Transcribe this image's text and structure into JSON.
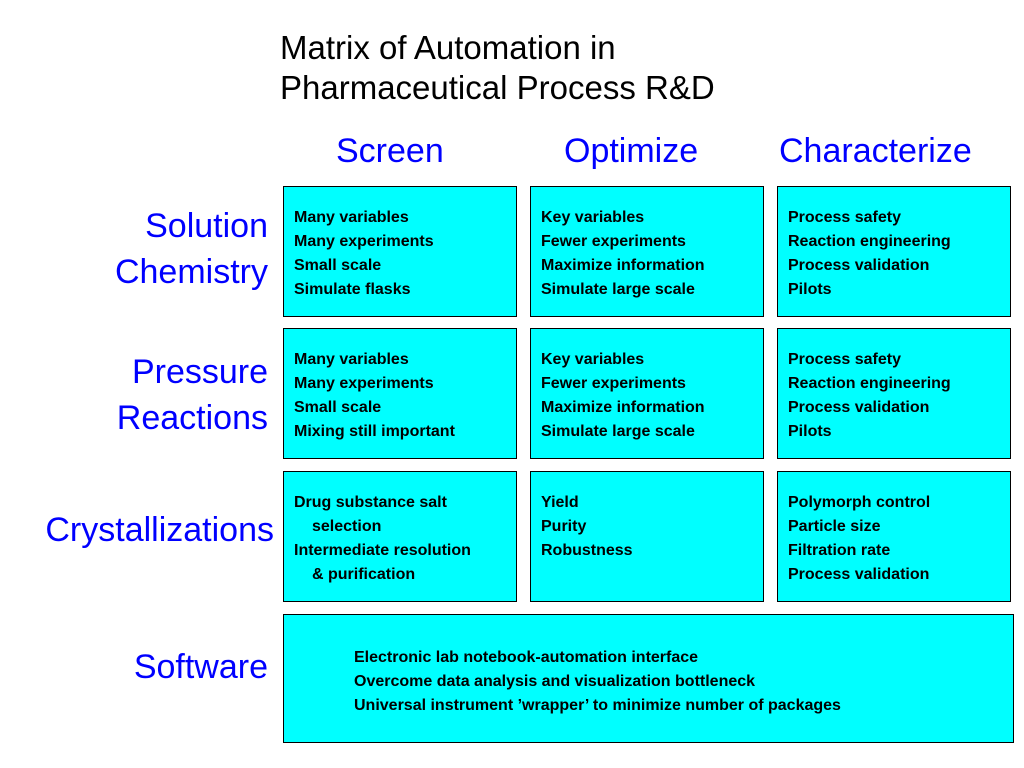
{
  "title": {
    "line1": "Matrix of Automation in",
    "line2": "Pharmaceutical Process R&D"
  },
  "columns": [
    "Screen",
    "Optimize",
    "Characterize"
  ],
  "rows": [
    {
      "label_lines": [
        "Solution",
        "Chemistry"
      ],
      "cells": [
        [
          "Many variables",
          "Many experiments",
          "Small scale",
          "Simulate flasks"
        ],
        [
          "Key variables",
          "Fewer experiments",
          "Maximize information",
          "Simulate large scale"
        ],
        [
          "Process safety",
          "Reaction engineering",
          "Process validation",
          "Pilots"
        ]
      ]
    },
    {
      "label_lines": [
        "Pressure",
        "Reactions"
      ],
      "cells": [
        [
          "Many variables",
          "Many experiments",
          "Small scale",
          "Mixing still important"
        ],
        [
          "Key variables",
          "Fewer experiments",
          "Maximize information",
          "Simulate large scale"
        ],
        [
          "Process safety",
          "Reaction engineering",
          "Process validation",
          "Pilots"
        ]
      ]
    },
    {
      "label_lines": [
        "Crystallizations"
      ],
      "cells": [
        [
          "Drug substance salt",
          "selection",
          "Intermediate resolution",
          "& purification"
        ],
        [
          "Yield",
          "Purity",
          "Robustness"
        ],
        [
          "Polymorph control",
          "Particle size",
          "Filtration rate",
          "Process validation"
        ]
      ]
    }
  ],
  "software": {
    "label": "Software",
    "items": [
      "Electronic lab notebook-automation interface",
      "Overcome data analysis and visualization bottleneck",
      "Universal instrument ’wrapper’ to minimize number of packages"
    ]
  },
  "colors": {
    "cell_fill": "#00ffff",
    "header_text": "#0000ff",
    "border": "#000000"
  }
}
